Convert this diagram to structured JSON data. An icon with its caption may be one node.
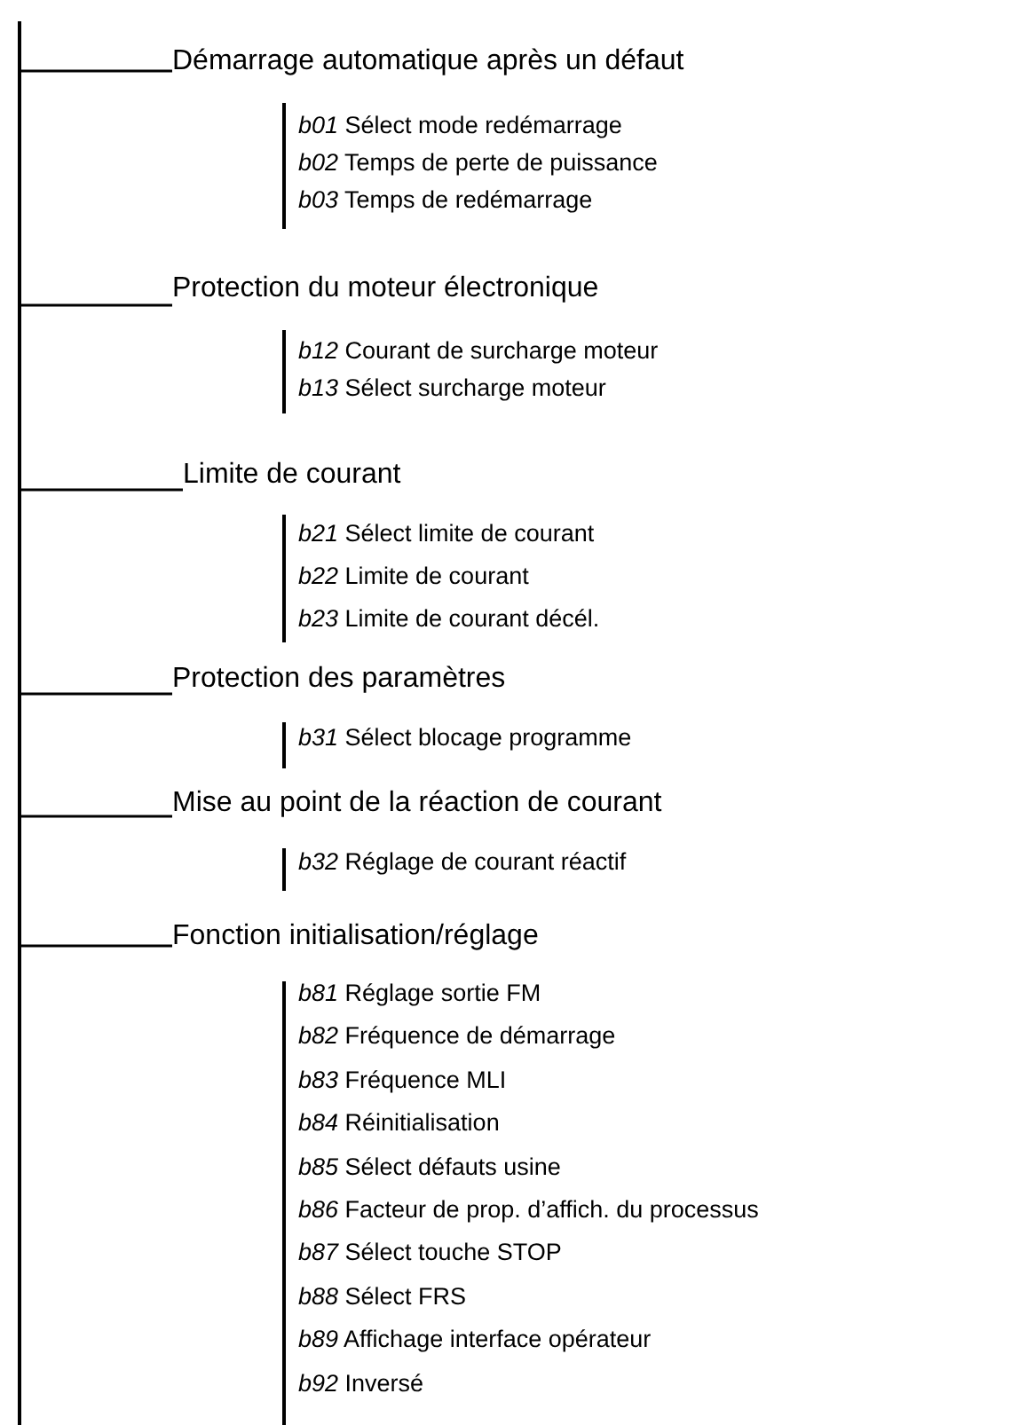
{
  "diagram": {
    "nodes": [
      {
        "text": [],
        "shape": "bar"
      },
      {
        "text": [
          "Démarrage automatique après un défaut"
        ]
      },
      {
        "text": [
          "Protection du moteur électronique"
        ]
      },
      {
        "text": [
          "Limite de courant"
        ]
      },
      {
        "text": [
          "Protection des paramètres"
        ]
      },
      {
        "text": [
          "Mise au point de la réaction de courant"
        ]
      },
      {
        "text": [
          "Fonction initialisation/réglage"
        ]
      }
    ],
    "edges": [
      {
        "from": 0,
        "to": 1,
        "arrow": "none"
      },
      {
        "from": 0,
        "to": 2,
        "arrow": "none"
      },
      {
        "from": 0,
        "to": 3,
        "arrow": "none"
      },
      {
        "from": 0,
        "to": 4,
        "arrow": "none"
      },
      {
        "from": 0,
        "to": 5,
        "arrow": "none"
      },
      {
        "from": 0,
        "to": 6,
        "arrow": "none"
      }
    ],
    "labels": [
      "*b01* Sélect mode redémarrage",
      "*b02* Temps de perte de puissance",
      "*b03* Temps de redémarrage",
      "*b12* Courant de surcharge moteur",
      "*b13* Sélect surcharge moteur",
      "*b21* Sélect limite de courant",
      "*b22* Limite de courant",
      "*b23* Limite de courant décél.",
      "*b31* Sélect blocage programme",
      "*b32* Réglage de courant réactif",
      "*b81* Réglage sortie FM",
      "*b82* Fréquence de démarrage",
      "*b83* Fréquence MLI",
      "*b84* Réinitialisation",
      "*b85* Sélect défauts usine",
      "*b86* Facteur de prop. d’affich. du processus",
      "*b87* Sélect touche STOP",
      "*b88* Sélect FRS",
      "*b89* Affichage interface opérateur",
      "*b92* Inversé"
    ]
  }
}
